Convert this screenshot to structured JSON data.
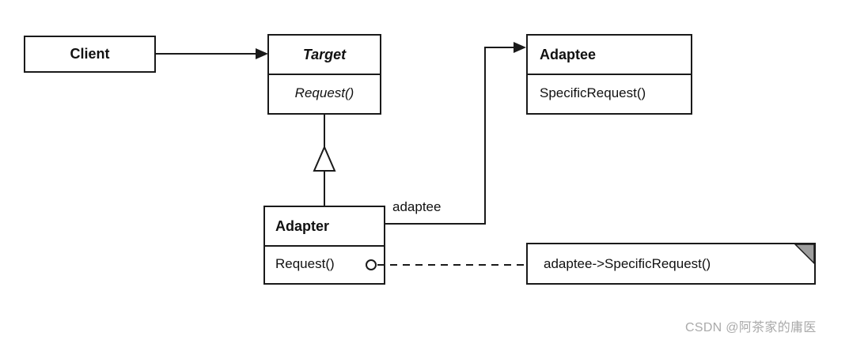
{
  "diagram": {
    "client": {
      "name": "Client"
    },
    "target": {
      "name": "Target",
      "method": "Request()"
    },
    "adaptee": {
      "name": "Adaptee",
      "method": "SpecificRequest()"
    },
    "adapter": {
      "name": "Adapter",
      "method": "Request()"
    },
    "adaptee_label": "adaptee",
    "note_text": "adaptee->SpecificRequest()"
  },
  "watermark": "CSDN @阿茶家的庸医",
  "colors": {
    "line": "#1a1a1a",
    "note_fold": "#9e9e9e",
    "watermark": "#aaaaaa",
    "background": "#ffffff"
  }
}
